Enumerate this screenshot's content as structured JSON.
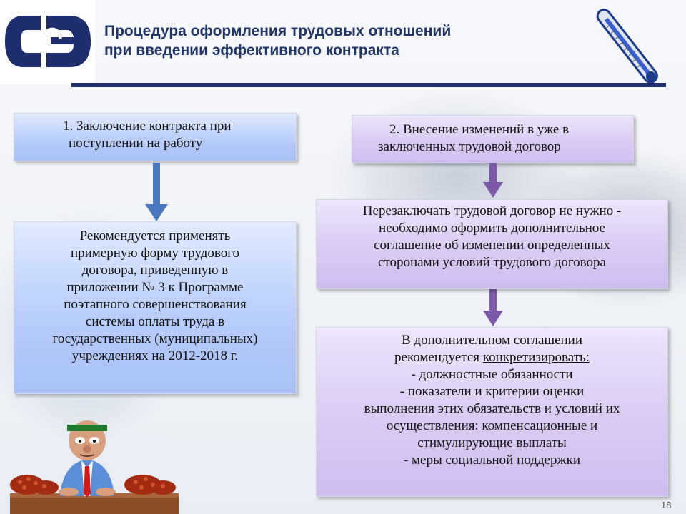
{
  "header": {
    "title_line1": "Процедура оформления трудовых отношений",
    "title_line2": "при введении эффективного контракта"
  },
  "boxes": {
    "box1": {
      "line1": "1. Заключение контракта при",
      "line2": "поступлении на работу"
    },
    "box2": {
      "line1": "2. Внесение изменений в уже в",
      "line2": "заключенных трудовой договор"
    },
    "box3": {
      "lines": [
        "Рекомендуется применять",
        "примерную форму трудового",
        "договора, приведенную в",
        "приложении № 3 к Программе",
        "поэтапного совершенствования",
        "системы оплаты труда в",
        "государственных (муниципальных)",
        "учреждениях на 2012-2018 г."
      ]
    },
    "box4": {
      "lines": [
        "Перезаключать трудовой договор не нужно -",
        "необходимо оформить  дополнительное",
        "соглашение об изменении определенных",
        "сторонами условий трудового договора"
      ]
    },
    "box5": {
      "line1": "В дополнительном соглашении",
      "line2_pre": "рекомендуется ",
      "line2_underlined": "конкретизировать:",
      "line3": "- должностные обязанности",
      "line4": "- показатели и критерии оценки",
      "line5": "выполнения этих обязательств  и условий их",
      "line6": "осуществления: компенсационные и",
      "line7": "стимулирующие выплаты",
      "line8": "- меры социальной поддержки"
    }
  },
  "footer": {
    "page_number": "18"
  },
  "colors": {
    "title": "#1f3566",
    "rule": "#1e2e6e",
    "arrow_blue": "#4a78c0",
    "arrow_purple": "#7e58a8"
  },
  "icons": {
    "logo": "organization-logo",
    "thermometer": "thermometer-icon",
    "cartoon": "businessman-counting-coins-illustration"
  }
}
